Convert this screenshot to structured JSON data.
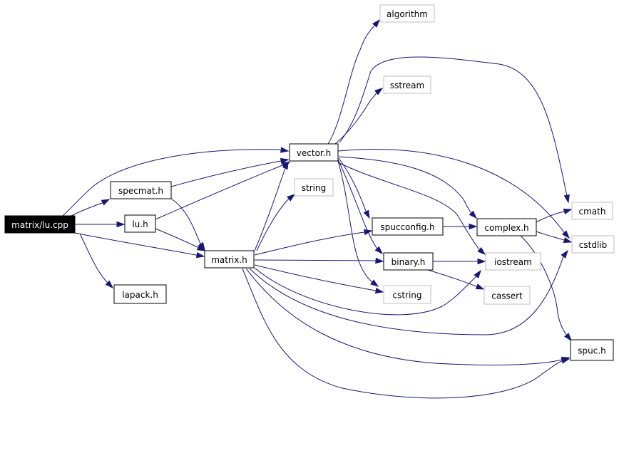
{
  "colors": {
    "edge": "#191970",
    "solid_border": "#000000",
    "missing_border": "#bfbfbf",
    "root_fill": "#000000",
    "root_text": "#ffffff",
    "node_fill": "#ffffff",
    "node_text": "#000000"
  },
  "nodes": {
    "root": "matrix/lu.cpp",
    "algorithm": "algorithm",
    "sstream": "sstream",
    "vector": "vector.h",
    "specmat": "specmat.h",
    "string": "string",
    "lu": "lu.h",
    "spucconfig": "spucconfig.h",
    "complex": "complex.h",
    "cmath": "cmath",
    "cstdlib": "cstdlib",
    "matrix": "matrix.h",
    "binary": "binary.h",
    "iostream": "iostream",
    "lapack": "lapack.h",
    "cstring": "cstring",
    "cassert": "cassert",
    "spuc": "spuc.h"
  }
}
